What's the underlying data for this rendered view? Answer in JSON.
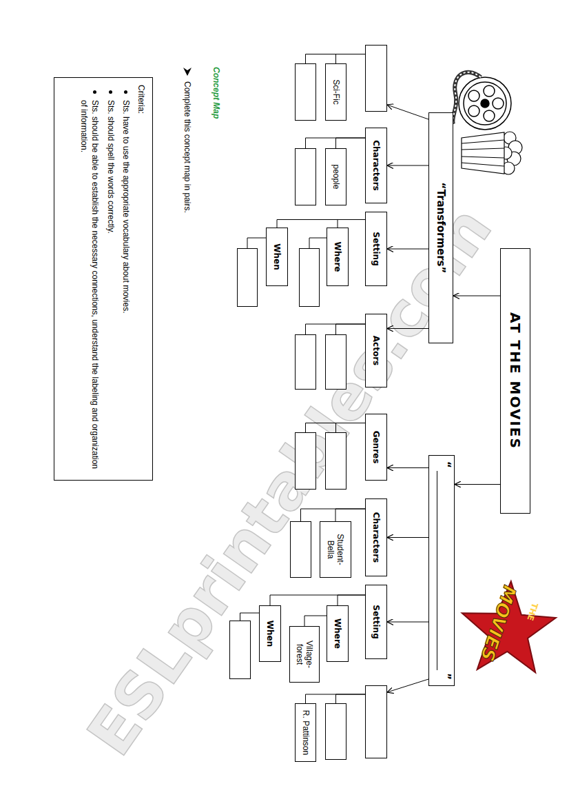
{
  "diagram": {
    "title": "AT THE MOVIES",
    "nodes": [
      {
        "text": [
          "AT THE MOVIES"
        ]
      },
      {
        "text": [
          "“Transformers”"
        ]
      },
      {
        "text": []
      },
      {
        "text": [
          "Sci-Fic"
        ]
      },
      {
        "text": []
      },
      {
        "text": [
          "Characters"
        ]
      },
      {
        "text": [
          "people"
        ]
      },
      {
        "text": []
      },
      {
        "text": [
          "Setting"
        ]
      },
      {
        "text": [
          "Where"
        ]
      },
      {
        "text": []
      },
      {
        "text": [
          "When"
        ]
      },
      {
        "text": []
      },
      {
        "text": [
          "Actors"
        ]
      },
      {
        "text": []
      },
      {
        "text": []
      },
      {
        "text": [
          "“",
          "”"
        ]
      },
      {
        "text": [
          "Genres"
        ]
      },
      {
        "text": []
      },
      {
        "text": []
      },
      {
        "text": [
          "Characters"
        ]
      },
      {
        "text": [
          "Student- Bella"
        ]
      },
      {
        "text": []
      },
      {
        "text": [
          "Setting"
        ]
      },
      {
        "text": [
          "Where"
        ]
      },
      {
        "text": [
          "Village- forest"
        ]
      },
      {
        "text": [
          "When"
        ]
      },
      {
        "text": []
      },
      {
        "text": []
      },
      {
        "text": []
      },
      {
        "text": [
          "R. Pattinson"
        ]
      },
      {
        "text": [
          "Criteria:",
          "Sts. have to use the appropriate vocabulary about movies.",
          "Sts. should spell the words correctly.",
          "Sts. should be able to establish the necessary connections, understand the labeling and organization of information."
        ]
      }
    ],
    "edges": [
      {
        "from": 0,
        "to": 1,
        "arrow": "to"
      },
      {
        "from": 0,
        "to": 16,
        "arrow": "to"
      },
      {
        "from": 1,
        "to": 2,
        "arrow": "to"
      },
      {
        "from": 1,
        "to": 5,
        "arrow": "to"
      },
      {
        "from": 1,
        "to": 8,
        "arrow": "to"
      },
      {
        "from": 1,
        "to": 13,
        "arrow": "to"
      },
      {
        "from": 16,
        "to": 17,
        "arrow": "to"
      },
      {
        "from": 16,
        "to": 20,
        "arrow": "to"
      },
      {
        "from": 16,
        "to": 23,
        "arrow": "to"
      },
      {
        "from": 16,
        "to": 28,
        "arrow": "to"
      },
      {
        "from": 2,
        "to": 3,
        "arrow": "none"
      },
      {
        "from": 2,
        "to": 4,
        "arrow": "none"
      },
      {
        "from": 5,
        "to": 6,
        "arrow": "none"
      },
      {
        "from": 5,
        "to": 7,
        "arrow": "none"
      },
      {
        "from": 8,
        "to": 9,
        "arrow": "none"
      },
      {
        "from": 8,
        "to": 11,
        "arrow": "none"
      },
      {
        "from": 9,
        "to": 10,
        "arrow": "none"
      },
      {
        "from": 11,
        "to": 12,
        "arrow": "none"
      },
      {
        "from": 13,
        "to": 14,
        "arrow": "none"
      },
      {
        "from": 13,
        "to": 15,
        "arrow": "none"
      },
      {
        "from": 17,
        "to": 18,
        "arrow": "none"
      },
      {
        "from": 17,
        "to": 19,
        "arrow": "none"
      },
      {
        "from": 20,
        "to": 21,
        "arrow": "none"
      },
      {
        "from": 20,
        "to": 22,
        "arrow": "none"
      },
      {
        "from": 23,
        "to": 24,
        "arrow": "none"
      },
      {
        "from": 23,
        "to": 26,
        "arrow": "none"
      },
      {
        "from": 24,
        "to": 25,
        "arrow": "none"
      },
      {
        "from": 26,
        "to": 27,
        "arrow": "none"
      },
      {
        "from": 28,
        "to": 29,
        "arrow": "none"
      },
      {
        "from": 28,
        "to": 30,
        "arrow": "none"
      }
    ],
    "labels": [
      "Concept Map",
      "Complete this concept map in pairs.",
      "ESLprintables.com",
      "THE",
      "MOVIES"
    ]
  }
}
